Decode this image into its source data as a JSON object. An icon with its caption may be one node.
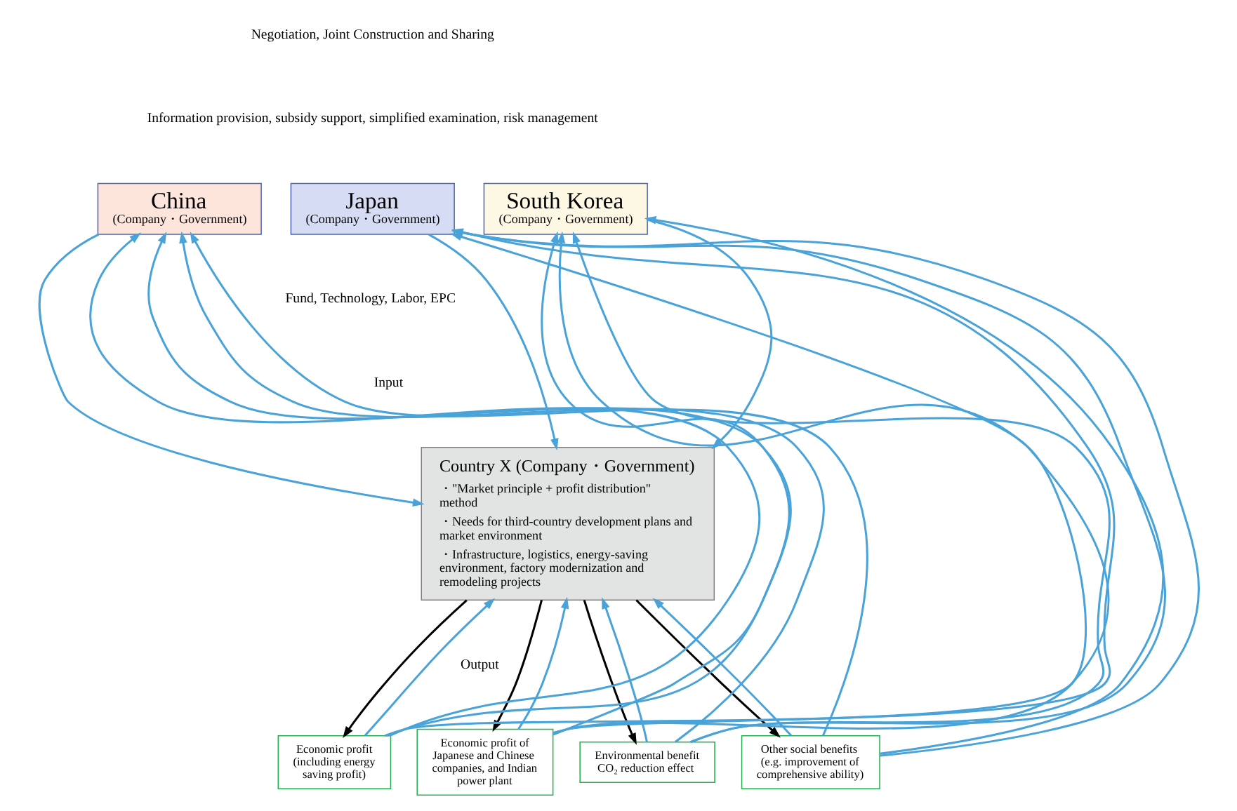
{
  "diagram": {
    "nodes": [
      {
        "text": [
          "China",
          "(Company・Government)"
        ]
      },
      {
        "text": [
          "Japan",
          "(Company・Government)"
        ]
      },
      {
        "text": [
          "South Korea",
          "(Company・Government)"
        ]
      },
      {
        "text": [
          "Country X (Company・Government)",
          "・\"Market principle + profit distribution\" method",
          "・Needs for third-country development plans and market environment",
          "・Infrastructure, logistics, energy-saving environment, factory modernization and remodeling projects"
        ]
      },
      {
        "text": [
          "Economic profit (including energy saving profit)"
        ]
      },
      {
        "text": [
          "Economic profit of Japanese and Chinese companies, and Indian power plant"
        ]
      },
      {
        "text": [
          "Environmental benefit CO₂ reduction effect"
        ]
      },
      {
        "text": [
          "Other social benefits (e.g. improvement of comprehensive ability)"
        ]
      }
    ],
    "edges": [
      {
        "from": 0,
        "to": 3,
        "arrow": "to"
      },
      {
        "from": 1,
        "to": 3,
        "arrow": "to"
      },
      {
        "from": 2,
        "to": 3,
        "arrow": "to"
      },
      {
        "from": 3,
        "to": 4,
        "arrow": "to",
        "color": "#000000"
      },
      {
        "from": 3,
        "to": 5,
        "arrow": "to",
        "color": "#000000"
      },
      {
        "from": 3,
        "to": 6,
        "arrow": "to",
        "color": "#000000"
      },
      {
        "from": 3,
        "to": 7,
        "arrow": "to",
        "color": "#000000"
      },
      {
        "from": 4,
        "to": 0,
        "arrow": "to"
      },
      {
        "from": 4,
        "to": 1,
        "arrow": "to"
      },
      {
        "from": 4,
        "to": 2,
        "arrow": "to"
      },
      {
        "from": 4,
        "to": 3,
        "arrow": "to"
      },
      {
        "from": 5,
        "to": 0,
        "arrow": "to"
      },
      {
        "from": 5,
        "to": 1,
        "arrow": "to"
      },
      {
        "from": 5,
        "to": 2,
        "arrow": "to"
      },
      {
        "from": 5,
        "to": 3,
        "arrow": "to"
      },
      {
        "from": 6,
        "to": 0,
        "arrow": "to"
      },
      {
        "from": 6,
        "to": 1,
        "arrow": "to"
      },
      {
        "from": 6,
        "to": 2,
        "arrow": "to"
      },
      {
        "from": 6,
        "to": 3,
        "arrow": "to"
      },
      {
        "from": 7,
        "to": 0,
        "arrow": "to"
      },
      {
        "from": 7,
        "to": 1,
        "arrow": "to"
      },
      {
        "from": 7,
        "to": 2,
        "arrow": "to"
      },
      {
        "from": 7,
        "to": 3,
        "arrow": "to"
      }
    ],
    "labels": [
      "Negotiation, Joint Construction and Sharing",
      "Information provision, subsidy support, simplified examination, risk management",
      "Fund, Technology, Labor, EPC",
      "Input",
      "Output"
    ]
  }
}
